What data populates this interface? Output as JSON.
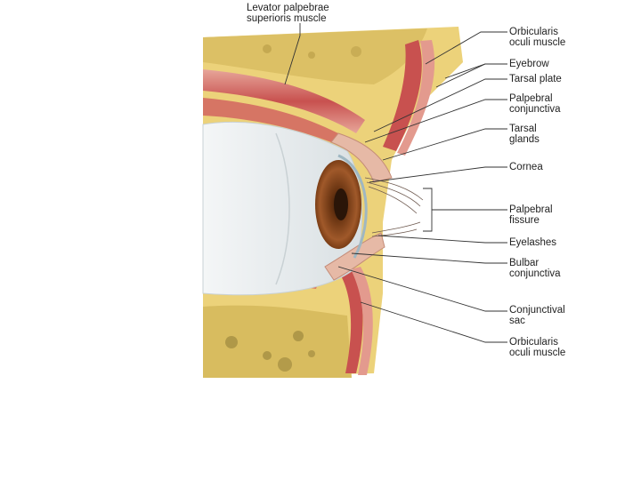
{
  "labels": {
    "levator": [
      "Levator palpebrae",
      "superioris muscle"
    ],
    "orbicularis_top": [
      "Orbicularis",
      "oculi muscle"
    ],
    "eyebrow": [
      "Eyebrow"
    ],
    "tarsal_plate": [
      "Tarsal plate"
    ],
    "palpebral_conjunctiva": [
      "Palpebral",
      "conjunctiva"
    ],
    "tarsal_glands": [
      "Tarsal",
      "glands"
    ],
    "cornea": [
      "Cornea"
    ],
    "palpebral_fissure": [
      "Palpebral",
      "fissure"
    ],
    "eyelashes": [
      "Eyelashes"
    ],
    "bulbar_conjunctiva": [
      "Bulbar",
      "conjunctiva"
    ],
    "conjunctival_sac": [
      "Conjunctival",
      "sac"
    ],
    "orbicularis_bottom": [
      "Orbicularis",
      "oculi muscle"
    ]
  },
  "colors": {
    "fat": "#e9cd72",
    "bone": "#d8bd62",
    "muscle": "#c8514f",
    "muscle_light": "#e39a8e",
    "eyeball": "#e8edef",
    "iris": "#8a4a1e",
    "pupil": "#2a1508",
    "leader": "#333333"
  }
}
